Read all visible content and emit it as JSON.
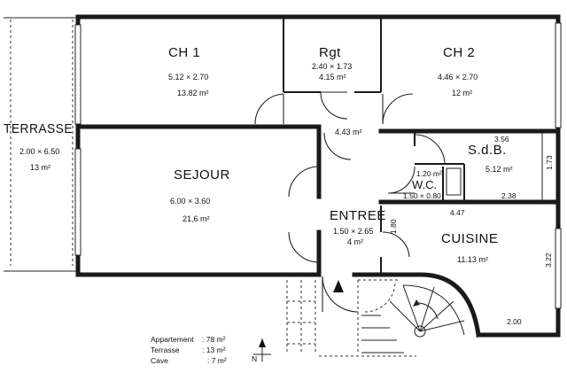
{
  "rooms": {
    "terrasse": {
      "name": "TERRASSE",
      "dims": "2.00 × 6.50",
      "area": "13 m²"
    },
    "ch1": {
      "name": "CH 1",
      "dims": "5.12 × 2.70",
      "area": "13.82 m²"
    },
    "rgt": {
      "name": "Rgt",
      "dims": "2.40 × 1.73",
      "area": "4.15 m²"
    },
    "ch2": {
      "name": "CH 2",
      "dims": "4.46 × 2.70",
      "area": "12 m²"
    },
    "sejour": {
      "name": "SEJOUR",
      "dims": "6.00 × 3.60",
      "area": "21,6 m²"
    },
    "sdb": {
      "name": "S.d.B.",
      "area": "5.12 m²"
    },
    "wc": {
      "name": "W.C.",
      "area": "1.20 m²",
      "dims": "1.50 × 0.80"
    },
    "entree": {
      "name": "ENTREE",
      "dims": "1.50 × 2.65",
      "area": "4 m²"
    },
    "cuisine": {
      "name": "CUISINE",
      "area": "11.13 m²"
    },
    "hall": {
      "area": "4.43 m²"
    }
  },
  "dimensions": {
    "d_3_56": "3.56",
    "d_1_73": "1.73",
    "d_2_38": "2.38",
    "d_4_47": "4.47",
    "d_1_80": "1.80",
    "d_3_22": "3.22",
    "d_2_00": "2.00"
  },
  "summary": [
    {
      "label": "Appartement",
      "value": ": 78 m²"
    },
    {
      "label": "Terrasse",
      "value": ": 13 m²"
    },
    {
      "label": "Cave",
      "value": ": 7 m²"
    }
  ],
  "compass": {
    "label": "N"
  }
}
